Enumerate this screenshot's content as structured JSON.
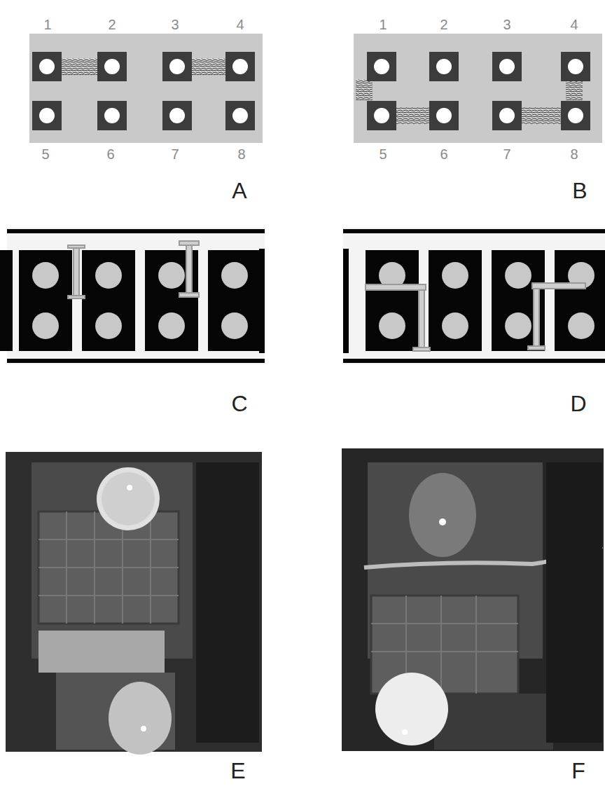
{
  "diagram": {
    "labels": [
      "1",
      "2",
      "3",
      "4",
      "5",
      "6",
      "7",
      "8",
      "1",
      "2",
      "3",
      "4",
      "5",
      "6",
      "7",
      "8",
      "A",
      "B",
      "C",
      "D",
      "E",
      "F"
    ]
  }
}
